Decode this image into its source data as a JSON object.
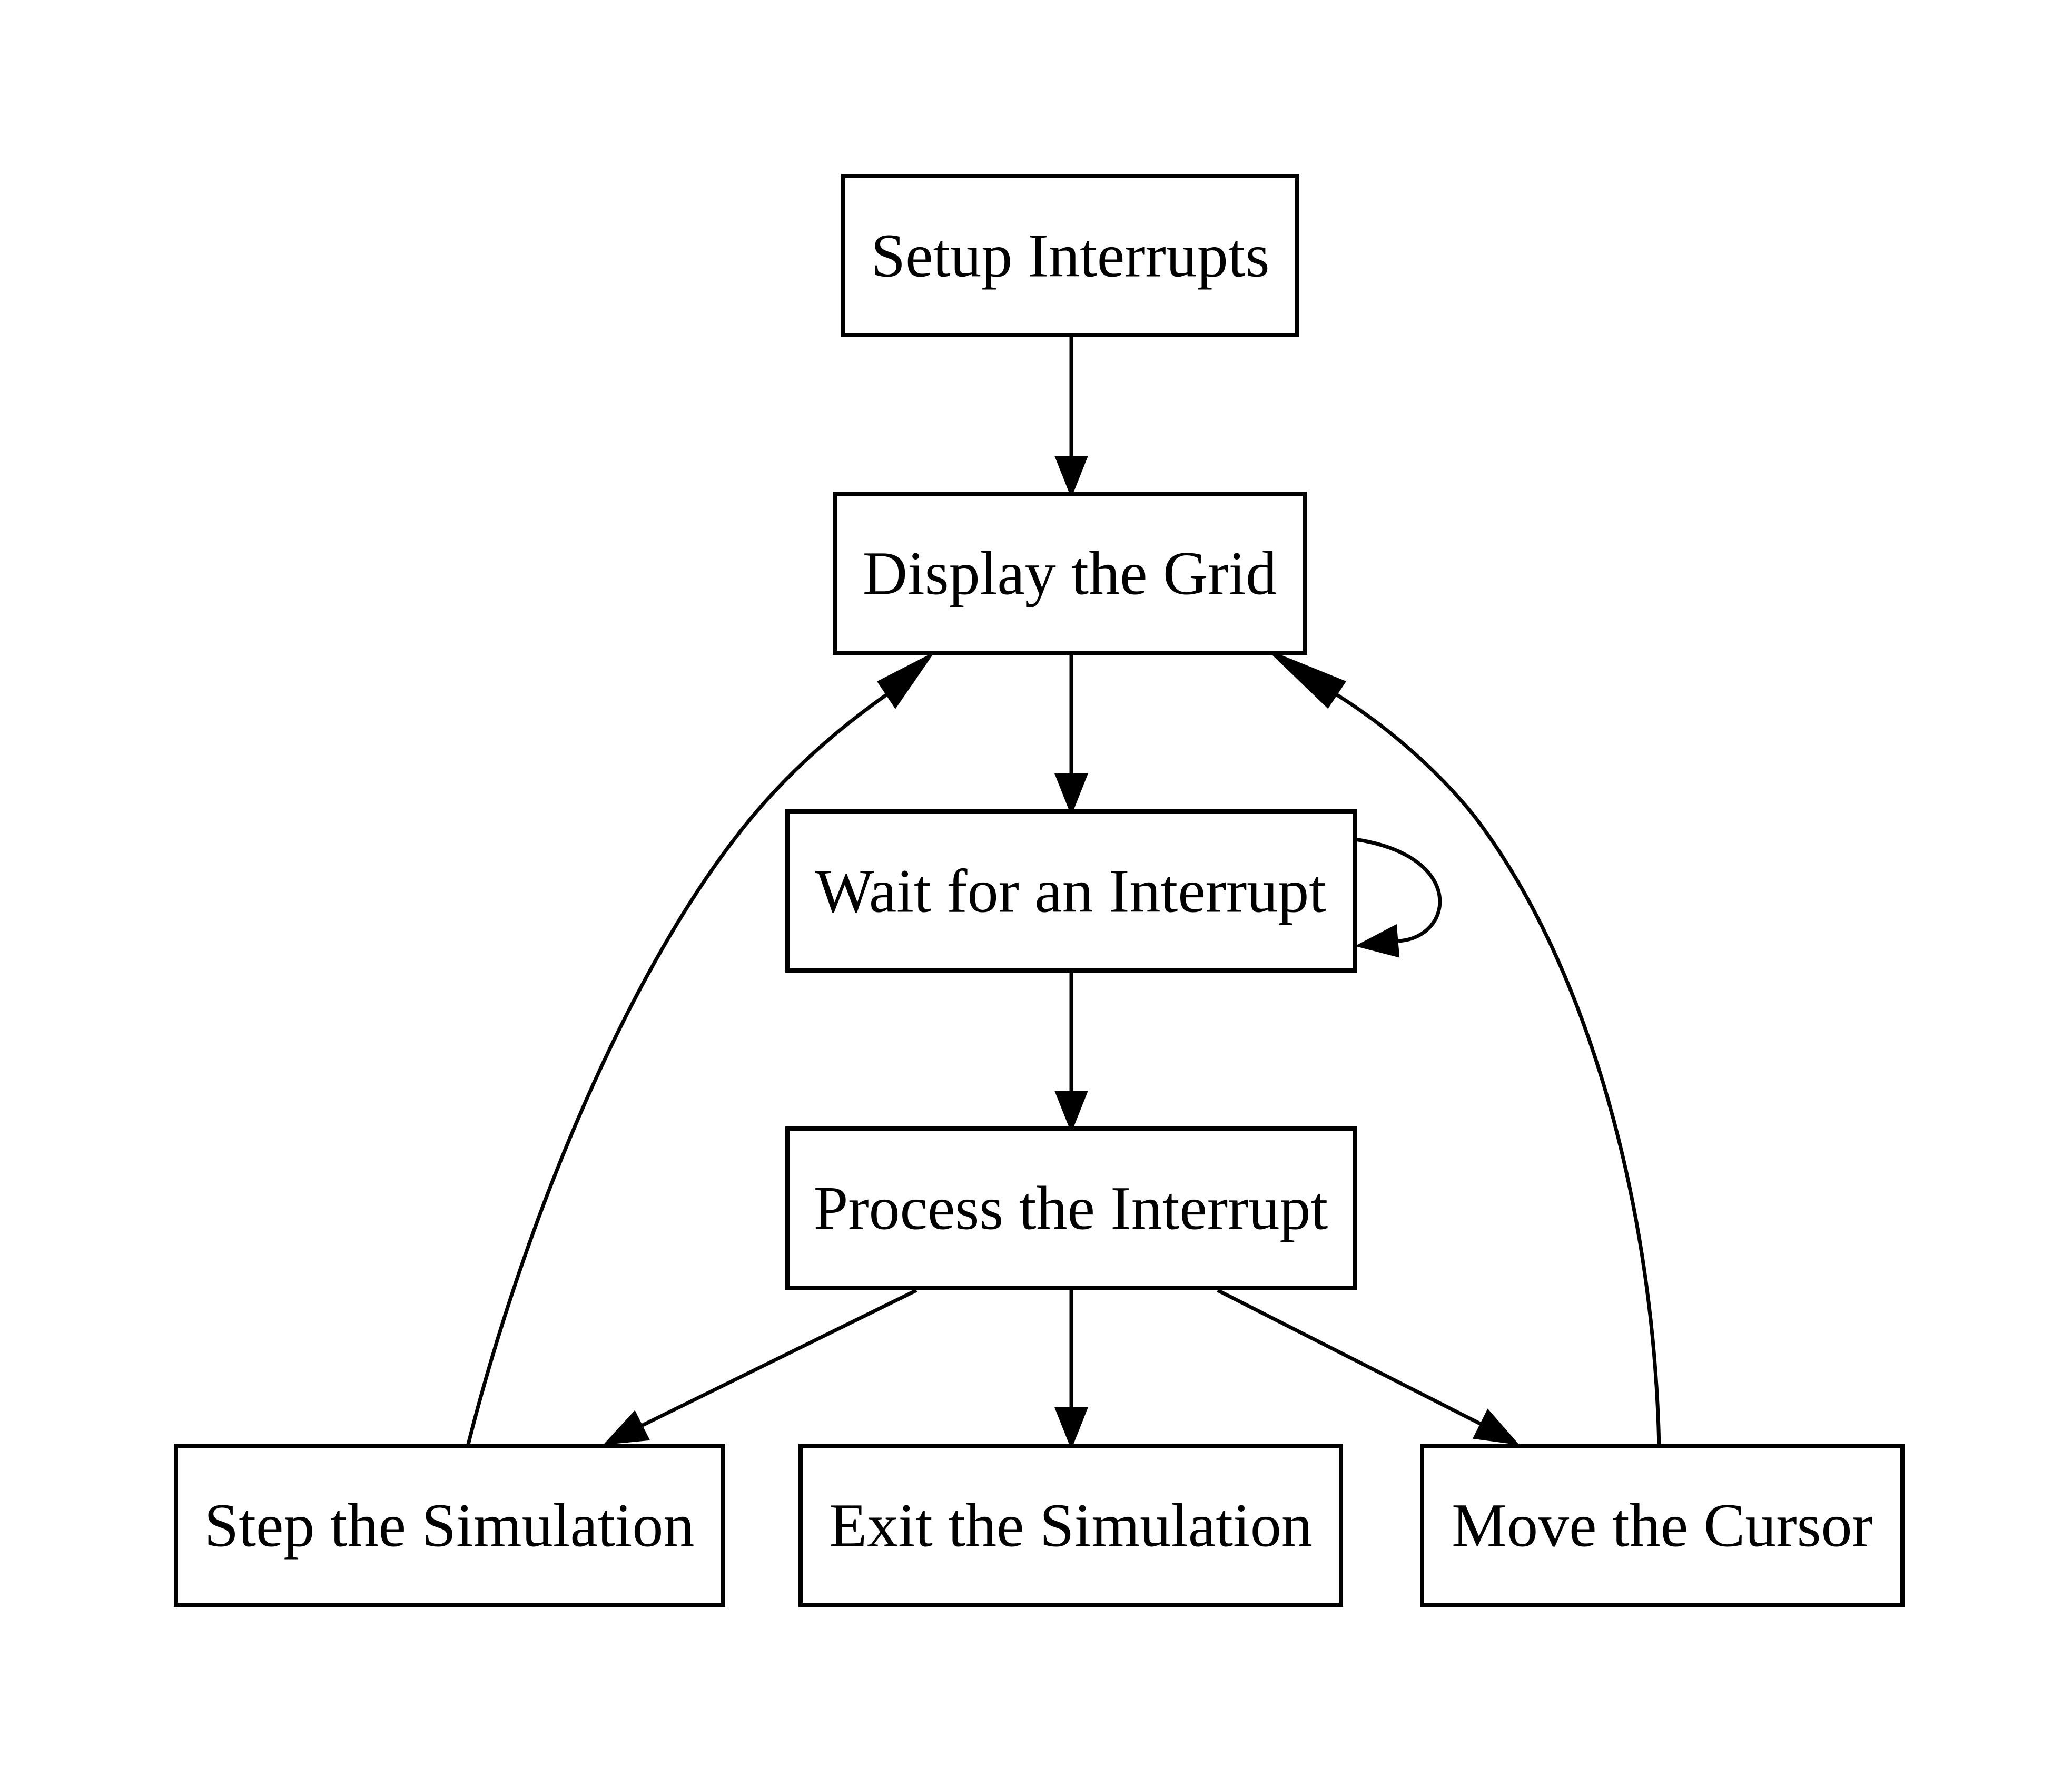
{
  "nodes": {
    "setup": {
      "label": "Setup Interrupts"
    },
    "display": {
      "label": "Display the Grid"
    },
    "wait": {
      "label": "Wait for an Interrupt"
    },
    "process": {
      "label": "Process the Interrupt"
    },
    "step": {
      "label": "Step the Simulation"
    },
    "exit": {
      "label": "Exit the Simulation"
    },
    "move": {
      "label": "Move the Cursor"
    }
  },
  "edges": [
    {
      "from": "Setup Interrupts",
      "to": "Display the Grid"
    },
    {
      "from": "Display the Grid",
      "to": "Wait for an Interrupt"
    },
    {
      "from": "Wait for an Interrupt",
      "to": "Wait for an Interrupt"
    },
    {
      "from": "Wait for an Interrupt",
      "to": "Process the Interrupt"
    },
    {
      "from": "Process the Interrupt",
      "to": "Step the Simulation"
    },
    {
      "from": "Process the Interrupt",
      "to": "Exit the Simulation"
    },
    {
      "from": "Process the Interrupt",
      "to": "Move the Cursor"
    },
    {
      "from": "Step the Simulation",
      "to": "Display the Grid"
    },
    {
      "from": "Move the Cursor",
      "to": "Display the Grid"
    }
  ],
  "colors": {
    "stroke": "#000000",
    "background": "#ffffff",
    "fill": "#ffffff"
  }
}
